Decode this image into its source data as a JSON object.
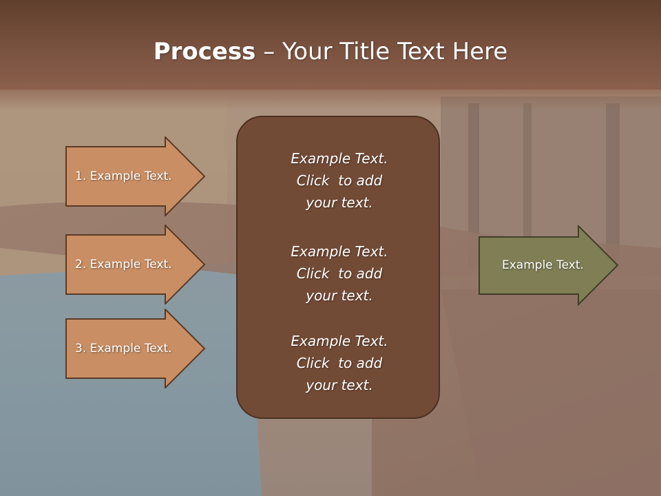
{
  "header": {
    "title_bold": "Process",
    "title_rest": " – Your Title Text Here"
  },
  "left_arrows": [
    {
      "label": "1. Example Text."
    },
    {
      "label": "2. Example Text."
    },
    {
      "label": "3. Example Text."
    }
  ],
  "center_box": {
    "blocks": [
      {
        "line1": "Example Text.",
        "line2": "Click  to add",
        "line3": "your text."
      },
      {
        "line1": "Example Text.",
        "line2": "Click  to add",
        "line3": "your text."
      },
      {
        "line1": "Example Text.",
        "line2": "Click  to add",
        "line3": "your text."
      }
    ]
  },
  "right_arrow": {
    "label": "Example Text."
  },
  "colors": {
    "left_arrow_fill": "#c98e63",
    "left_arrow_border": "#5a3a26",
    "center_box_fill": "#724b36",
    "right_arrow_fill": "#7f7e55",
    "header": "#6e4a37"
  }
}
